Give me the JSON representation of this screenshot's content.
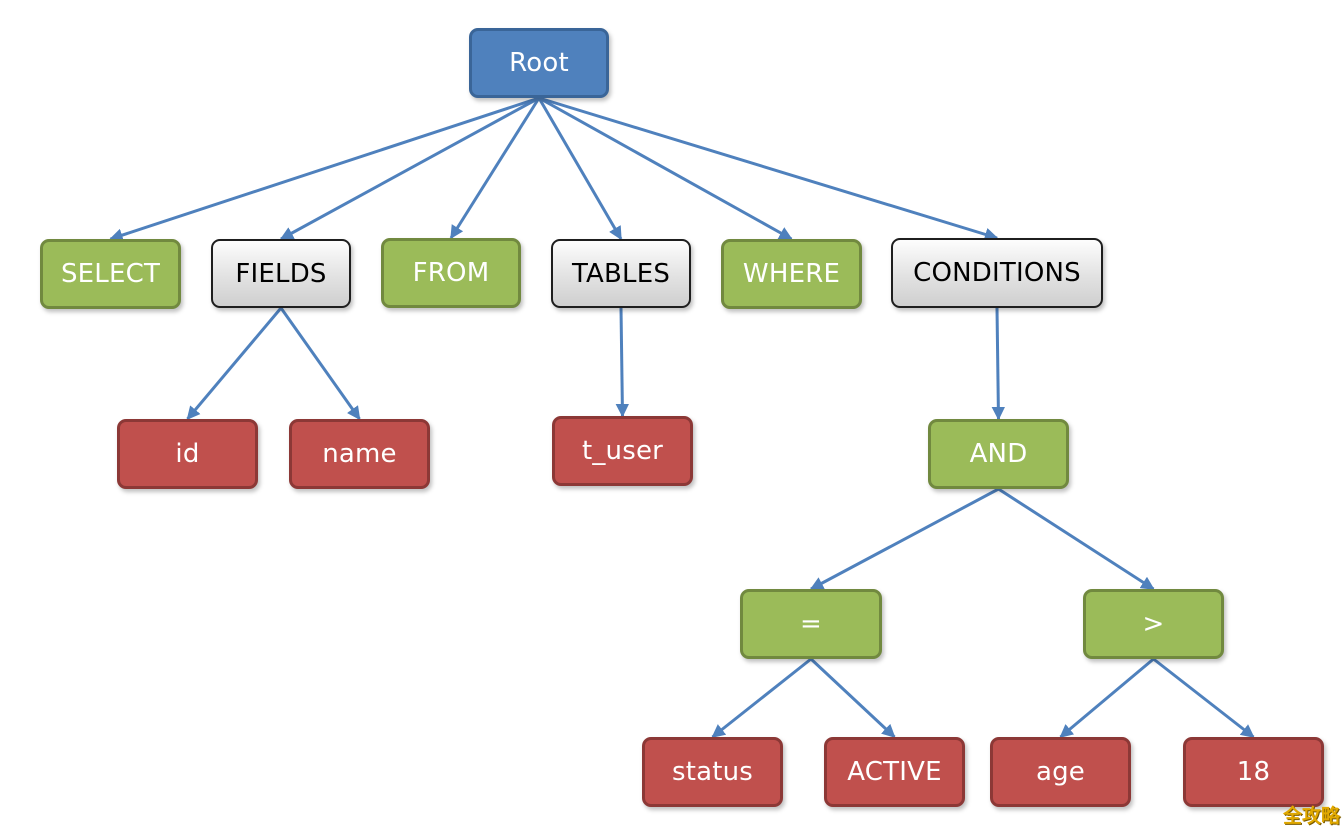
{
  "nodes": {
    "root": "Root",
    "select": "SELECT",
    "fields": "FIELDS",
    "from": "FROM",
    "tables": "TABLES",
    "where": "WHERE",
    "conditions": "CONDITIONS",
    "id": "id",
    "name": "name",
    "t_user": "t_user",
    "and": "AND",
    "eq": "=",
    "gt": ">",
    "status": "status",
    "active": "ACTIVE",
    "age": "age",
    "eighteen": "18"
  },
  "edges": [
    [
      "root",
      "select"
    ],
    [
      "root",
      "fields"
    ],
    [
      "root",
      "from"
    ],
    [
      "root",
      "tables"
    ],
    [
      "root",
      "where"
    ],
    [
      "root",
      "conditions"
    ],
    [
      "fields",
      "id"
    ],
    [
      "fields",
      "name"
    ],
    [
      "tables",
      "t_user"
    ],
    [
      "conditions",
      "and"
    ],
    [
      "and",
      "eq"
    ],
    [
      "and",
      "gt"
    ],
    [
      "eq",
      "status"
    ],
    [
      "eq",
      "active"
    ],
    [
      "gt",
      "age"
    ],
    [
      "gt",
      "eighteen"
    ]
  ],
  "colors": {
    "edge": "#4f81bd",
    "blue_node": "#4f81bd",
    "green_node": "#9bbb59",
    "red_node": "#c0504d",
    "gray_node": "#dcdcdc"
  },
  "watermark": "全攻略"
}
